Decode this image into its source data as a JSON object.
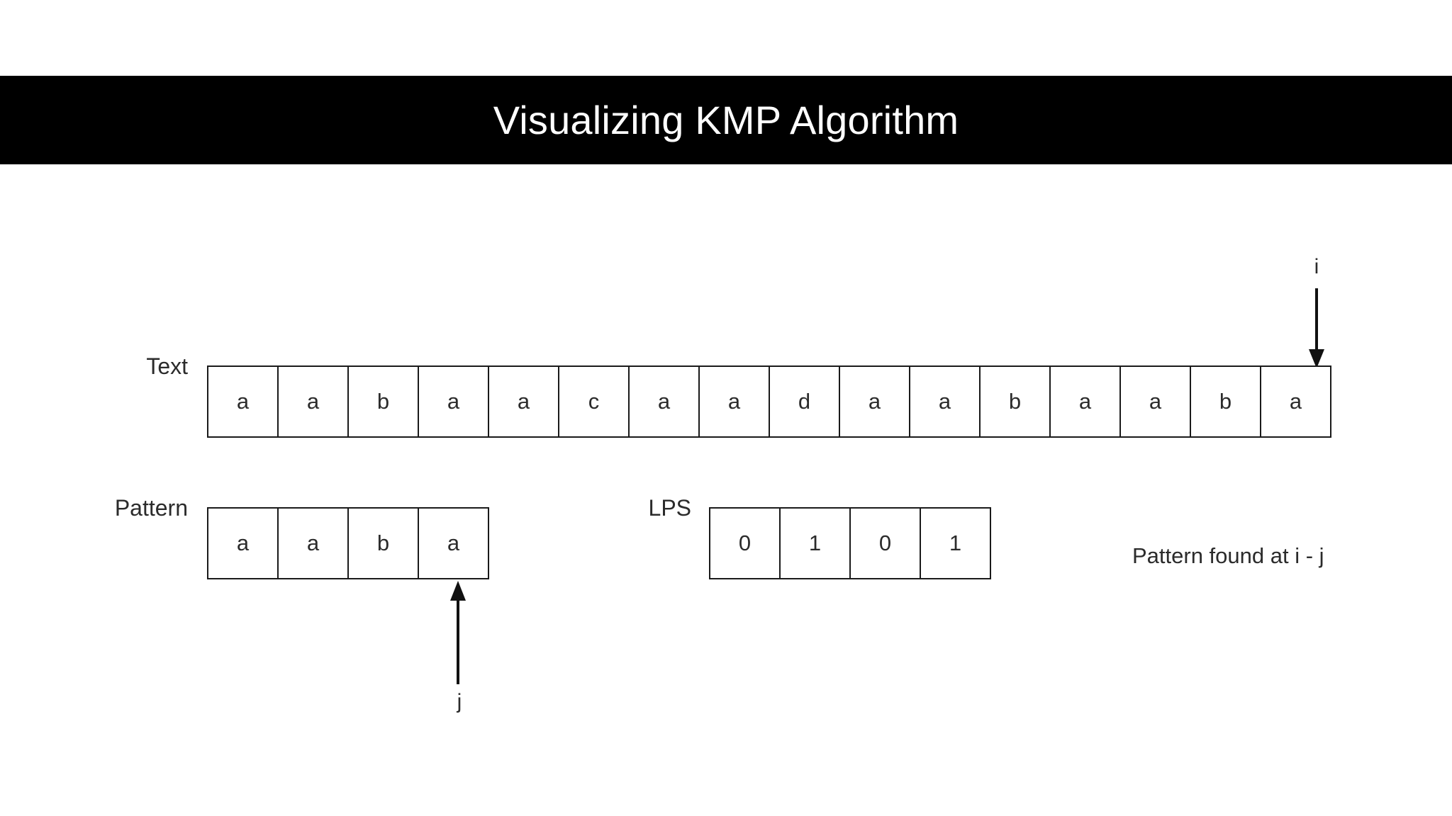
{
  "header": {
    "title": "Visualizing KMP Algorithm",
    "background_color": "#000000",
    "text_color": "#ffffff"
  },
  "diagram": {
    "text_row": {
      "label": "Text",
      "cells": [
        "a",
        "a",
        "b",
        "a",
        "a",
        "c",
        "a",
        "a",
        "d",
        "a",
        "a",
        "b",
        "a",
        "a",
        "b",
        "a"
      ]
    },
    "pattern_row": {
      "label": "Pattern",
      "cells": [
        "a",
        "a",
        "b",
        "a"
      ]
    },
    "lps_row": {
      "label": "LPS",
      "cells": [
        "0",
        "1",
        "0",
        "1"
      ]
    },
    "markers": {
      "i_label": "i",
      "j_label": "j"
    },
    "note": "Pattern found at i - j",
    "stroke_color": "#1a1a1a",
    "text_color": "#2b2b2b"
  }
}
